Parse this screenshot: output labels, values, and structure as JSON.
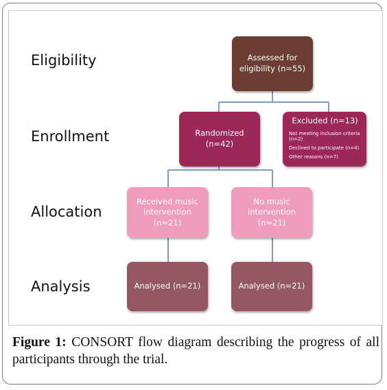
{
  "stages": {
    "eligibility": "Eligibility",
    "enrollment": "Enrollment",
    "allocation": "Allocation",
    "analysis": "Analysis"
  },
  "boxes": {
    "assessed": {
      "line1": "Assessed for",
      "line2": "eligibility (n=55)"
    },
    "randomized": {
      "line1": "Randomized",
      "line2": "(n=42)"
    },
    "excluded": {
      "title": "Excluded  (n=13)",
      "items": [
        "Not meeting inclusion criteria (n=2)",
        "Declined to participate (n=4)",
        "Other reasons (n=7)"
      ]
    },
    "music": {
      "line1": "Received music",
      "line2": "intervention",
      "line3": "(n=21)"
    },
    "no_music": {
      "line1": "No music",
      "line2": "intervention",
      "line3": "(n=21)"
    },
    "analysed_music": "Analysed (n=21)",
    "analysed_no_music": "Analysed (n=21)"
  },
  "colors": {
    "assessed": "#6b3d33",
    "randomized": "#9b2857",
    "excluded": "#9b2857",
    "allocation": "#f09cbc",
    "analysis": "#955863",
    "connector": "#7b9cc6"
  },
  "caption": {
    "label": "Figure 1:",
    "text": " CONSORT flow diagram describing the progress of all participants through the trial."
  }
}
